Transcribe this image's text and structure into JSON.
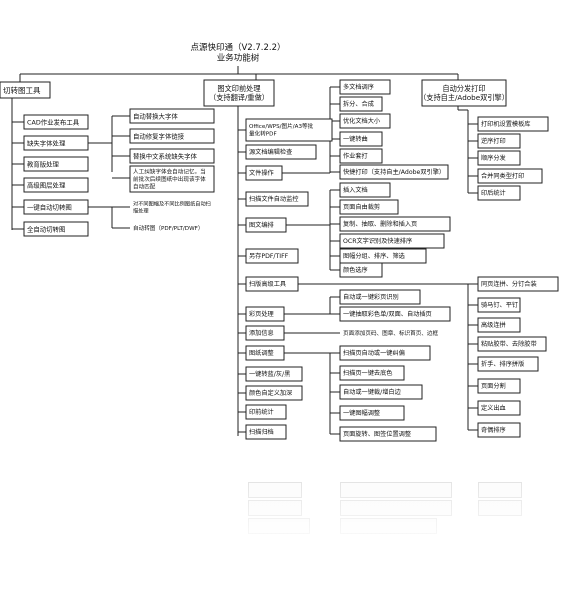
{
  "root": {
    "line1": "点源快印通（V2.7.2.2）",
    "line2": "业务功能树"
  },
  "branches": [
    {
      "id": "b1",
      "label": "切转图工具",
      "sub": ""
    },
    {
      "id": "b2",
      "label": "图文印前处理",
      "sub": "（支持翻译/重做）"
    },
    {
      "id": "b3",
      "label": "自动分发打印",
      "sub": "（支持自主/Adobe双引擎）"
    }
  ],
  "nodes": {
    "n_cad": "CAD作业发布工具",
    "n_lackfont": "缺失字体处理",
    "n_teach": "教育版处理",
    "n_layer": "高级图层处理",
    "n_oneclick": "一键自动切转图",
    "n_fullauto": "全自动切转图",
    "n_autoreplace": "自动替换大字体",
    "n_autofixcomplex": "自动修复字体链接",
    "n_replacecn": "替换中文系统缺失字体",
    "n_manual": "人工纠缺字体会自动记忆，当前批次后续图纸中出现该字体自动匹配",
    "n_diffsize": "对不同图幅及不同比例图纸自动扫描处理",
    "n_autodraw": "自动转图（PDF/PLT/DWF）",
    "n_office": "Office/WPS/图片/A3等批量化转PDF",
    "n_graphcheck": "源文档编辑检查",
    "n_fileop": "文件操作",
    "n_scanmon": "扫描文件自动监控",
    "n_imgedit": "图文编排",
    "n_saveas": "另存PDF/TIFF",
    "n_doctune": "多文档调序",
    "n_split": "拆分、合成",
    "n_optsize": "优化文档大小",
    "n_onekey": "一键转曲",
    "n_jobset": "作业套打",
    "n_fastprint": "快捷打印（支持自主/Adobe双引擎）",
    "n_insertdoc": "插入文档",
    "n_pagecrop": "页面自由裁剪",
    "n_copyextract": "复制、抽取、删除和插入页",
    "n_ocr": "OCR文字识别及快速排序",
    "n_imgsplit": "图幅分组、排序、筛选",
    "n_colorseq": "颜色选序",
    "n_scanadv": "扫版高级工具",
    "n_colorproc": "彩页处理",
    "n_addinfo": "添加信息",
    "n_paperadj": "图纸调整",
    "n_onegray": "一键转蓝/灰/黑",
    "n_colordef": "颜色自定义加深",
    "n_printstat": "印前统计",
    "n_scanarch": "扫描归档",
    "n_autocolor": "自动或一键彩页识别",
    "n_extractcolor": "一键抽取彩色单/双面、自动插页",
    "n_pageadd": "页面添加页码、图章、标识首页、边框",
    "n_scanskew": "扫描页自动或一键纠偏",
    "n_scanbg": "扫描页一键去底色",
    "n_autowhite": "自动或一键裁/增白边",
    "n_oneresize": "一键图幅调整",
    "n_pagerotate": "页面旋转、图签位置调整",
    "n_printtmpl": "打印机设置模板库",
    "n_reverse": "逆序打印",
    "n_seqdist": "顺序分发",
    "n_merge": "合并同类型打印",
    "n_printstat2": "印后统计",
    "n_together": "同页连拼、分钉合装",
    "n_saddle": "骑马钉、平钉",
    "n_advcombine": "高级连拼",
    "n_glue": "粘贴胶带、去除胶带",
    "n_foldsort": "折手、排序拼版",
    "n_pagediv": "页面分割",
    "n_defbleed": "定义出血",
    "n_oddeven": "奇偶排序"
  }
}
